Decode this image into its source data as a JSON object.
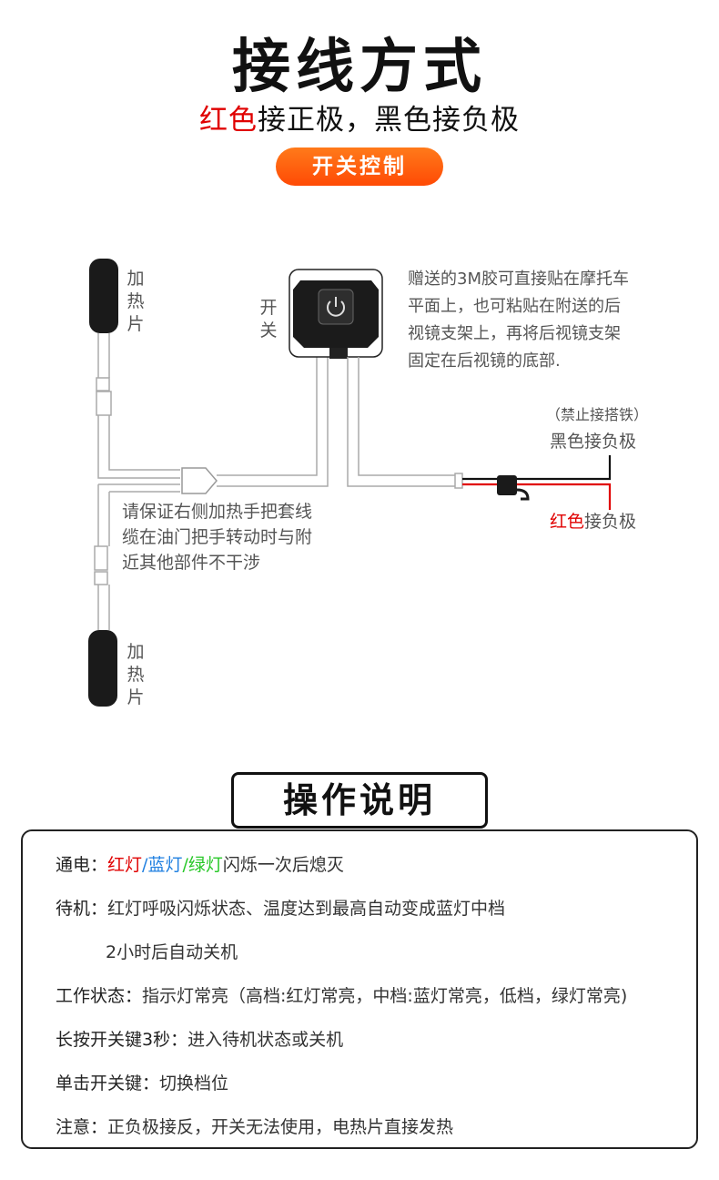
{
  "header": {
    "title": "接线方式",
    "subtitle_red": "红色",
    "subtitle_rest": "接正极，黑色接负极",
    "pill_label": "开关控制"
  },
  "diagram": {
    "heater_label": "加热片",
    "switch_label": "开关",
    "switch_note": [
      "赠送的3M胶可直接贴在摩托车",
      "平面上，也可粘贴在附送的后",
      "视镜支架上，再将后视镜支架",
      "固定在后视镜的底部."
    ],
    "warning_note": [
      "请保证右侧加热手把套线",
      "缆在油门把手转动时与附",
      "近其他部件不干涉"
    ],
    "forbid_note": "（禁止接搭铁）",
    "black_label": "黑色接负极",
    "red_label_color": "红色",
    "red_label_rest": "接负极",
    "wire_colors": {
      "black": "#111111",
      "red": "#e00000",
      "cable": "#c9c9c9"
    }
  },
  "operation": {
    "title": "操作说明",
    "power_on": {
      "key": "通电：",
      "red": "红灯",
      "slash1": "/",
      "blue": "蓝灯",
      "slash2": "/",
      "green": "绿灯",
      "rest": "闪烁一次后熄灭"
    },
    "standby": {
      "key": "待机：",
      "text": "红灯呼吸闪烁状态、温度达到最高自动变成蓝灯中档",
      "text2": "2小时后自动关机"
    },
    "working": {
      "key": "工作状态：",
      "text": "指示灯常亮（高档:红灯常亮，中档:蓝灯常亮，低档，绿灯常亮)"
    },
    "long_press": {
      "key": "长按开关键3秒：",
      "text": "进入待机状态或关机"
    },
    "single_press": {
      "key": "单击开关键：",
      "text": "切换档位"
    },
    "notice": {
      "key": "注意：",
      "text": "正负极接反，开关无法使用，电热片直接发热"
    }
  }
}
